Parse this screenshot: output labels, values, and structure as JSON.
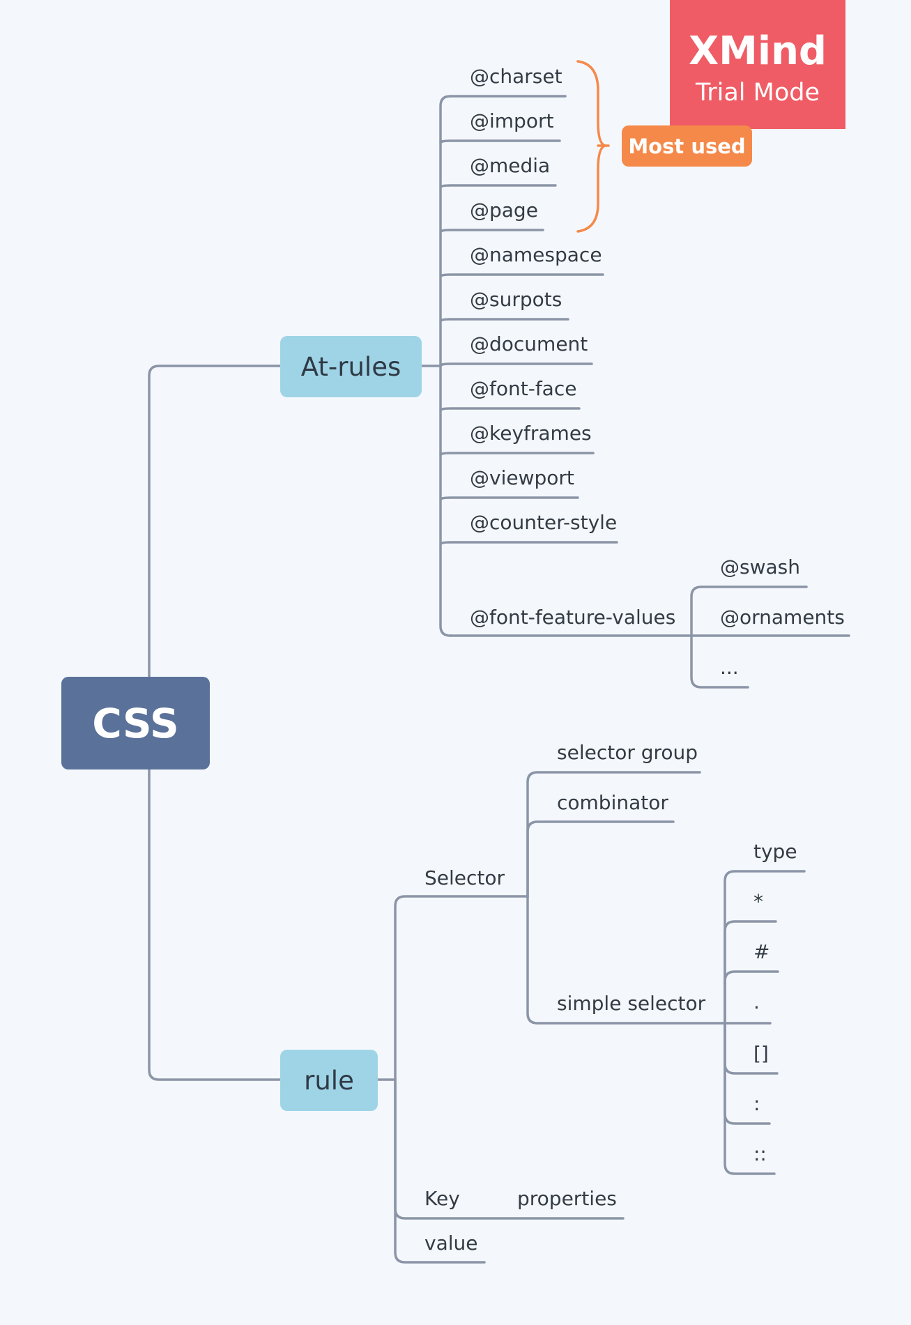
{
  "diagram": {
    "root": "CSS",
    "at_rules": {
      "label": "At-rules",
      "items": [
        "@charset",
        "@import",
        "@media",
        "@page",
        "@namespace",
        "@surpots",
        "@document",
        "@font-face",
        "@keyframes",
        "@viewport",
        "@counter-style",
        "@font-feature-values"
      ],
      "font_feature_values_children": [
        "@swash",
        "@ornaments",
        "..."
      ],
      "boundary_label": "Most used"
    },
    "rule": {
      "label": "rule",
      "selector": {
        "label": "Selector",
        "children": [
          "selector group",
          "combinator",
          "simple selector"
        ],
        "simple_selector_children": [
          "type",
          "*",
          "#",
          ".",
          "[]",
          ":",
          "::"
        ]
      },
      "key": {
        "label": "Key",
        "child": "properties"
      },
      "value": "value"
    }
  },
  "watermark": {
    "brand": "XMind",
    "mode": "Trial Mode"
  },
  "colors": {
    "background": "#f4f8fc",
    "root": "#5a7199",
    "main_topic": "#9fd4e7",
    "connector": "#8b95a7",
    "boundary": "#f5894a",
    "watermark": "#ef5c65"
  }
}
